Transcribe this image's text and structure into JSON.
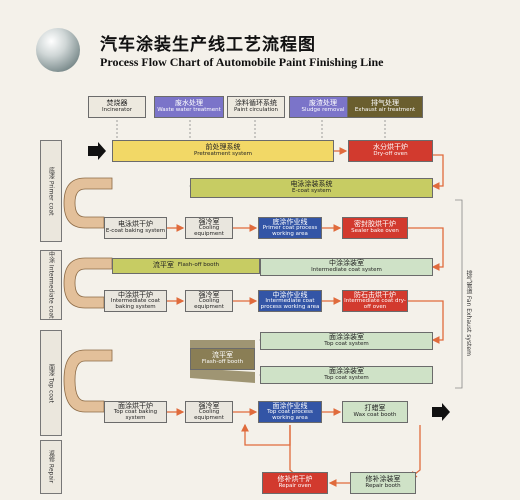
{
  "header": {
    "title_cn": "汽车涂装生产线工艺流程图",
    "title_en": "Process Flow Chart of Automobile Paint Finishing Line"
  },
  "colors": {
    "yellow": "#f2d866",
    "purple": "#7b74c9",
    "lightgray": "#e9e6de",
    "olive": "#c7cc63",
    "blue": "#3355a6",
    "red": "#d23a2e",
    "green": "#cfe2c7",
    "khaki": "#8a7e55",
    "darkolive": "#6a5e2e",
    "arrow_orange": "#e06b3c"
  },
  "utilities": [
    {
      "cn": "焚烧器",
      "en": "Incinerator"
    },
    {
      "cn": "废水处理",
      "en": "Waste water treatment"
    },
    {
      "cn": "涂料循环系统",
      "en": "Paint circulation"
    },
    {
      "cn": "废渣处理",
      "en": "Sludge removal"
    },
    {
      "cn": "排气处理",
      "en": "Exhaust air treatment"
    }
  ],
  "sections": [
    {
      "cn": "底漆",
      "en": "Primer coat"
    },
    {
      "cn": "中涂",
      "en": "Intermediate coat"
    },
    {
      "cn": "面漆",
      "en": "Top coat"
    },
    {
      "cn": "返修",
      "en": "Repair"
    }
  ],
  "process": {
    "pretreatment": {
      "cn": "前处理系统",
      "en": "Pretreatment system"
    },
    "dryoff": {
      "cn": "水分烘干炉",
      "en": "Dry-off oven"
    },
    "ecoat": {
      "cn": "电泳涂装系统",
      "en": "E-coat system"
    },
    "ecoat_oven": {
      "cn": "电泳烘干炉",
      "en": "E-coat baking system"
    },
    "cooling1": {
      "cn": "强冷室",
      "en": "Cooling equipment"
    },
    "primer_work": {
      "cn": "底涂作业线",
      "en": "Primer coat process working area"
    },
    "sealer_oven": {
      "cn": "密封胶烘干炉",
      "en": "Sealer bake oven"
    },
    "flashoff1": {
      "cn": "流平室",
      "en": "Flash-off booth"
    },
    "inter_booth": {
      "cn": "中涂涂装室",
      "en": "Intermediate coat system"
    },
    "inter_oven": {
      "cn": "中涂烘干炉",
      "en": "Intermediate coat baking system"
    },
    "cooling2": {
      "cn": "强冷室",
      "en": "Cooling equipment"
    },
    "inter_work": {
      "cn": "中涂作业线",
      "en": "Intermediate coat process working area"
    },
    "antichip_oven": {
      "cn": "防石击烘干炉",
      "en": "Intermediate coat dry-off oven"
    },
    "topcoat1": {
      "cn": "面涂涂装室",
      "en": "Top coat system"
    },
    "flashoff2": {
      "cn": "流平室",
      "en": "Flash-off booth"
    },
    "topcoat2": {
      "cn": "面涂涂装室",
      "en": "Top coat system"
    },
    "top_oven": {
      "cn": "面涂烘干炉",
      "en": "Top coat baking system"
    },
    "cooling3": {
      "cn": "强冷室",
      "en": "Cooling equipment"
    },
    "top_work": {
      "cn": "面涂作业线",
      "en": "Top coat process working area"
    },
    "wax": {
      "cn": "打蜡室",
      "en": "Wax coat booth"
    },
    "repair_oven": {
      "cn": "修补烘干炉",
      "en": "Repair oven"
    },
    "repair_booth": {
      "cn": "修补涂装室",
      "en": "Repair booth"
    }
  },
  "exhaust_label": {
    "cn": "排气管道",
    "en": "Fan Exhaust system"
  }
}
